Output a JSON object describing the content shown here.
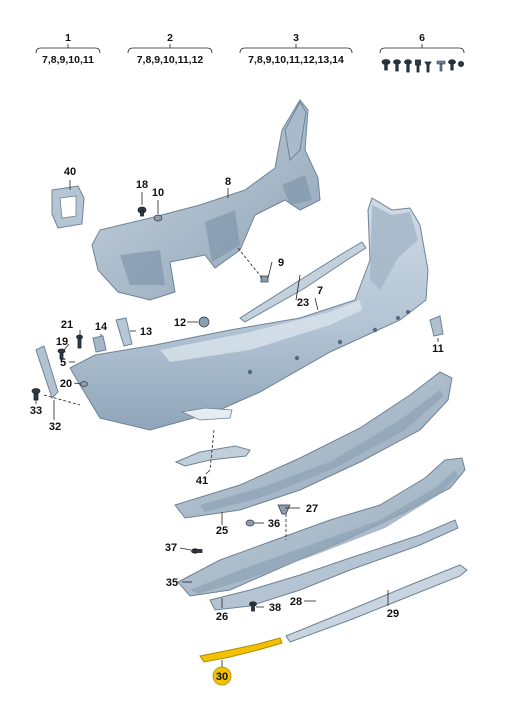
{
  "headers": [
    {
      "number": "1",
      "refs": "7,8,9,10,11"
    },
    {
      "number": "2",
      "refs": "7,8,9,10,11,12"
    },
    {
      "number": "3",
      "refs": "7,8,9,10,11,12,13,14"
    },
    {
      "number": "6",
      "refs": ""
    }
  ],
  "callouts": {
    "c40": "40",
    "c18": "18",
    "c10": "10",
    "c8": "8",
    "c9": "9",
    "c23": "23",
    "c7": "7",
    "c12": "12",
    "c21": "21",
    "c14": "14",
    "c13": "13",
    "c19": "19",
    "c5": "5",
    "c20": "20",
    "c33": "33",
    "c32": "32",
    "c11": "11",
    "c41": "41",
    "c27": "27",
    "c25": "25",
    "c36": "36",
    "c37": "37",
    "c35": "35",
    "c26": "26",
    "c38": "38",
    "c28": "28",
    "c29": "29",
    "c30": "30"
  },
  "colors": {
    "part_fill": "#b7c7d6",
    "part_shade": "#93a8bb",
    "highlight": "#f2c200"
  }
}
